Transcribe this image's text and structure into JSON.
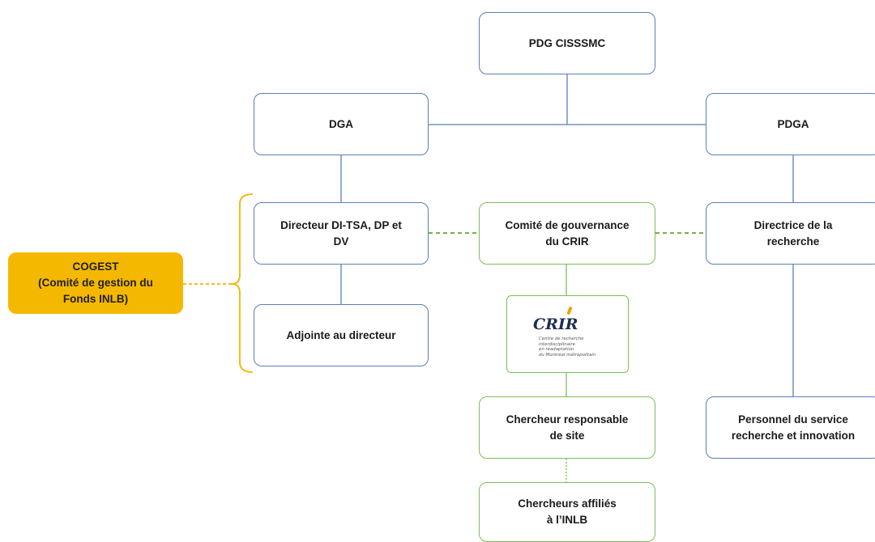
{
  "nodes": {
    "pdg": "PDG CISSSMC",
    "dga": "DGA",
    "pdga": "PDGA",
    "directeur": [
      "Directeur DI-TSA, DP et",
      "DV"
    ],
    "adjointe": "Adjointe au directeur",
    "comite": [
      "Comité de gouvernance",
      "du CRIR"
    ],
    "directrice": [
      "Directrice de la",
      "recherche"
    ],
    "chercheur_resp": [
      "Chercheur responsable",
      "de site"
    ],
    "chercheurs_aff": [
      "Chercheurs affiliés",
      "à l’INLB"
    ],
    "personnel": [
      "Personnel du service",
      "recherche et innovation"
    ],
    "cogest": [
      "COGEST",
      "(Comité de gestion du",
      "Fonds INLB)"
    ]
  },
  "logo": {
    "mark": "CRIR",
    "text": [
      "Centre de recherche",
      "interdisciplinaire",
      "en réadaptation",
      "du Montréal métropolitain"
    ]
  },
  "colors": {
    "blue_border": "#5b7fb8",
    "green_border": "#7cbf56",
    "gold": "#f5b800",
    "blue_line": "#5b7fb8",
    "green_dashed": "#6fb544"
  }
}
